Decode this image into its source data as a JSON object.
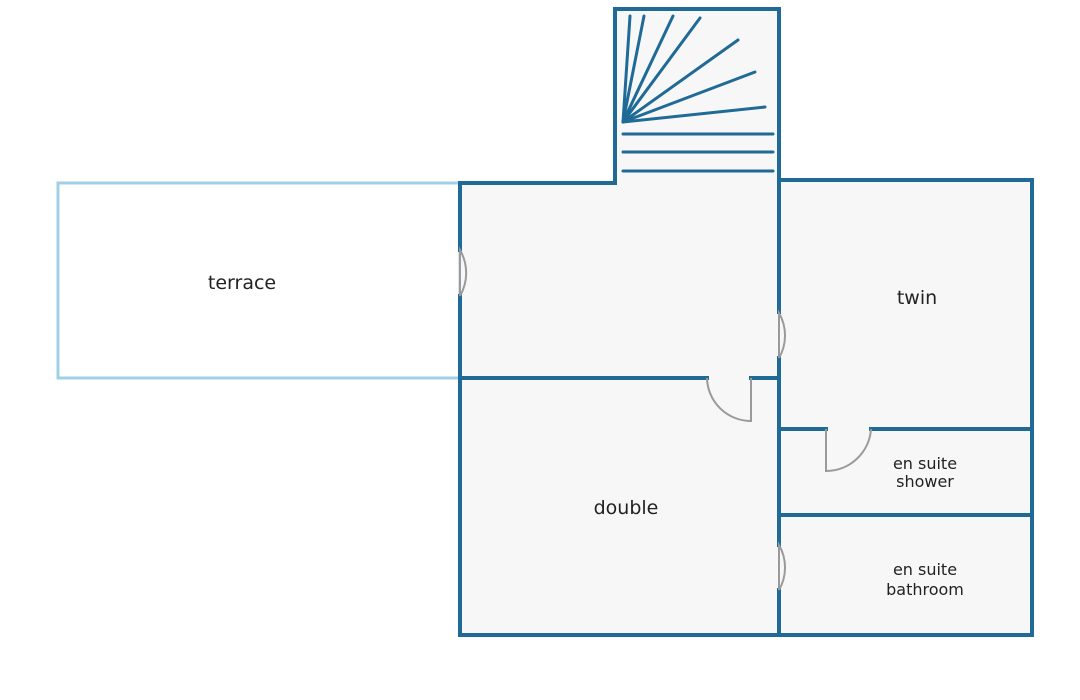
{
  "floor_plan": {
    "rooms": {
      "terrace": {
        "label": "terrace"
      },
      "twin": {
        "label": "twin"
      },
      "double": {
        "label": "double"
      },
      "shower": {
        "label_lines": [
          "en suite",
          "shower"
        ]
      },
      "bathroom": {
        "label_lines": [
          "en suite",
          "bathroom"
        ]
      }
    },
    "colors": {
      "wall": "#1f6a96",
      "terrace_outline": "#9fd0e6",
      "floor": "#f7f7f7",
      "door": "#9a9a9a",
      "text": "#222222"
    }
  }
}
